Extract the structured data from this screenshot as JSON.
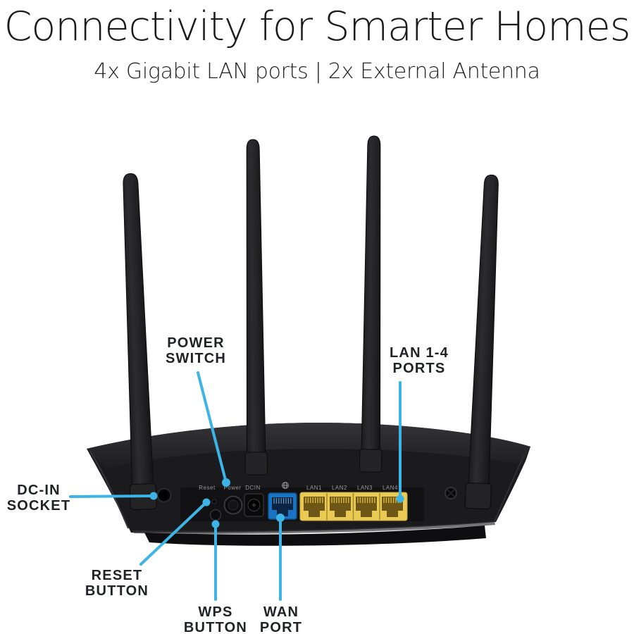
{
  "header": {
    "title": "Connectivity for Smarter Homes",
    "subtitle": "4x Gigabit LAN ports | 2x External Antenna"
  },
  "callouts": {
    "power_switch": {
      "line1": "POWER",
      "line2": "SWITCH"
    },
    "lan_ports": {
      "line1": "LAN 1-4",
      "line2": "PORTS"
    },
    "dc_in": {
      "line1": "DC-IN",
      "line2": "SOCKET"
    },
    "reset": {
      "line1": "RESET",
      "line2": "BUTTON"
    },
    "wps": {
      "line1": "WPS",
      "line2": "BUTTON"
    },
    "wan": {
      "line1": "WAN",
      "line2": "PORT"
    }
  },
  "panel": {
    "reset_label": "Reset",
    "power_label": "Power",
    "dcin_label": "DCIN",
    "lan_labels": [
      "LAN1",
      "LAN2",
      "LAN3",
      "LAN4"
    ]
  },
  "device": {
    "antenna_count": 4,
    "lan_port_count": 4
  },
  "colors": {
    "accent": "#3cb4e6",
    "body_black": "#1b1b1d",
    "lan_yellow": "#e9cb54",
    "wan_blue": "#1a74c4",
    "label_text": "#202225"
  }
}
